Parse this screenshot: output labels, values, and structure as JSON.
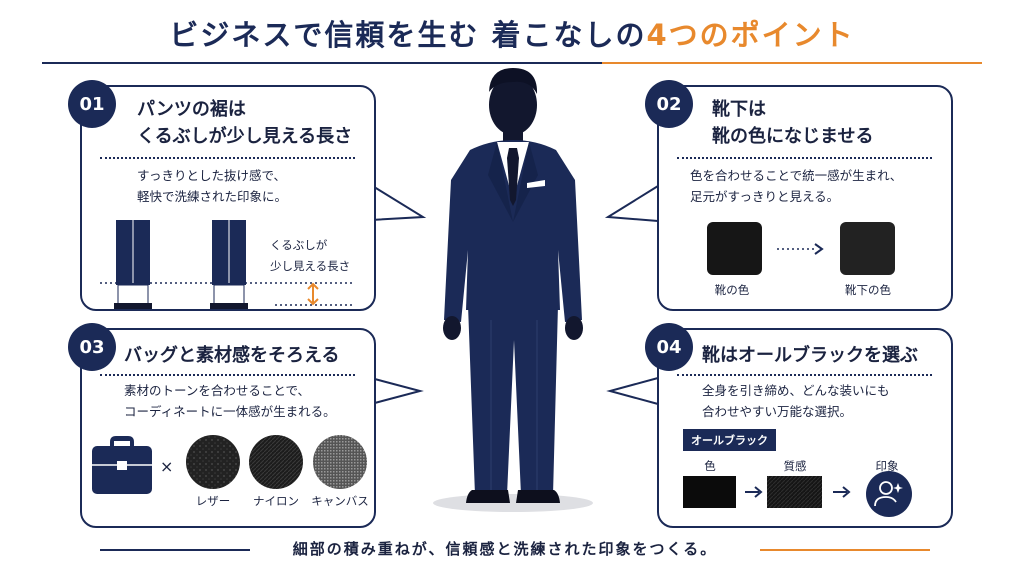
{
  "title": {
    "main": "ビジネスで信頼を生む 着こなしの",
    "accent": "4つのポイント"
  },
  "colors": {
    "navy": "#1b2a57",
    "orange": "#e8892d"
  },
  "points": [
    {
      "num": "01",
      "title_line1": "パンツの裾は",
      "title_line2": "くるぶしが少し見える長さ",
      "body_line1": "すっきりとした抜け感で、",
      "body_line2": "軽快で洗練された印象に。",
      "note_line1": "くるぶしが",
      "note_line2": "少し見える長さ"
    },
    {
      "num": "02",
      "title_line1": "靴下は",
      "title_line2": "靴の色になじませる",
      "body_line1": "色を合わせることで統一感が生まれ、",
      "body_line2": "足元がすっきりと見える。",
      "label_left": "靴の色",
      "label_right": "靴下の色"
    },
    {
      "num": "03",
      "title_line1": "バッグと素材感をそろえる",
      "body_line1": "素材のトーンを合わせることで、",
      "body_line2": "コーディネートに一体感が生まれる。",
      "times": "×",
      "materials": [
        "レザー",
        "ナイロン",
        "キャンバス"
      ]
    },
    {
      "num": "04",
      "title_line1": "靴はオールブラックを選ぶ",
      "body_line1": "全身を引き締め、どんな装いにも",
      "body_line2": "合わせやすい万能な選択。",
      "tag": "オールブラック",
      "label_color": "色",
      "label_texture": "質感",
      "label_impression": "印象"
    }
  ],
  "footer": "細部の積み重ねが、信頼感と洗練された印象をつくる。"
}
